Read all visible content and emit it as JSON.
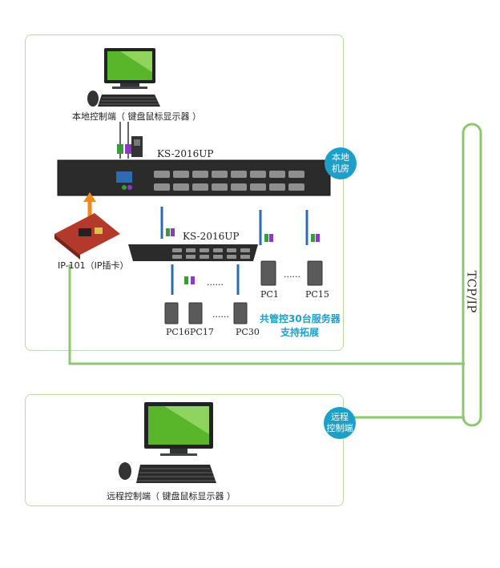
{
  "local": {
    "console_label": "本地控制端（ 键盘鼠标显示器 ）",
    "room_badge": [
      "本地",
      "机房"
    ],
    "main_switch_label": "KS-2016UP",
    "ip_module_label": "IP-101（IP插卡）",
    "sub_switch_label": "KS-2016UP",
    "pc_labels": [
      "PC1",
      "PC15",
      "PC16",
      "PC17",
      "PC30"
    ],
    "ellipsis": "......",
    "capacity_lines": [
      "共管控30台服务器",
      "支持拓展"
    ]
  },
  "network": {
    "label": "TCP/IP"
  },
  "remote": {
    "badge": [
      "远程",
      "控制端"
    ],
    "console_label": "远程控制端（ 键盘鼠标显示器 ）"
  },
  "colors": {
    "panel_border": "#b8dca0",
    "line": "#8cc870",
    "badge": "#1d9fc8",
    "arrow": "#f08a1c"
  }
}
